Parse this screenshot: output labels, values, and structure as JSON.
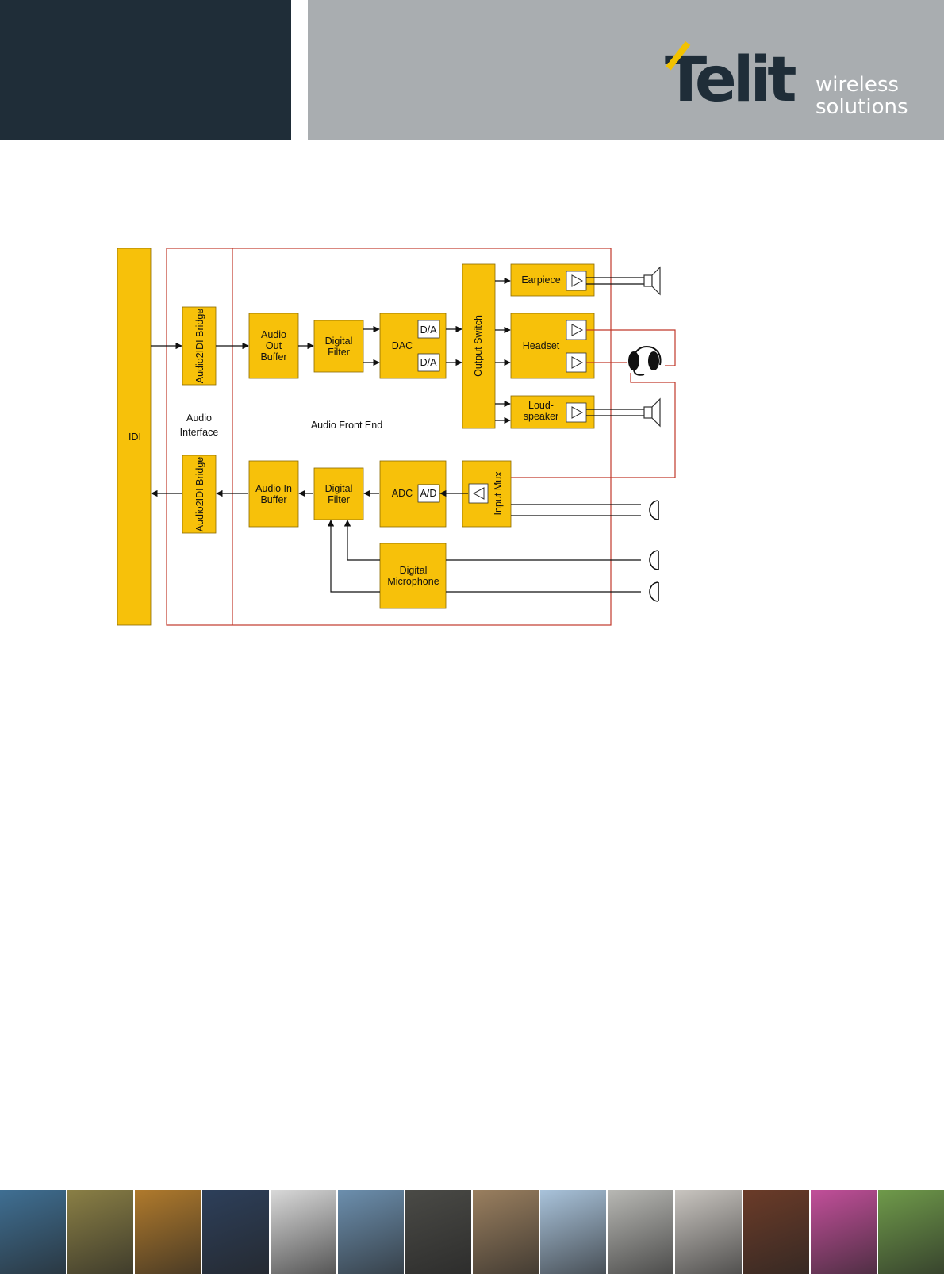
{
  "header": {
    "logo_main": "Telit",
    "logo_sub_line1": "wireless",
    "logo_sub_line2": "solutions",
    "colors": {
      "dark": "#1f2d38",
      "gray": "#a9adb0",
      "accent": "#f2c200"
    }
  },
  "diagram": {
    "idi": "IDI",
    "audio_interface_line1": "Audio",
    "audio_interface_line2": "Interface",
    "audio_front_end": "Audio Front End",
    "bridge_top": "Audio2IDI Bridge",
    "bridge_bottom": "Audio2IDI Bridge",
    "out_buffer_line1": "Audio",
    "out_buffer_line2": "Out",
    "out_buffer_line3": "Buffer",
    "filter_top_line1": "Digital",
    "filter_top_line2": "Filter",
    "dac": "DAC",
    "da_top": "D/A",
    "da_bottom": "D/A",
    "output_switch": "Output Switch",
    "earpiece": "Earpiece",
    "headset": "Headset",
    "loudspeaker_line1": "Loud-",
    "loudspeaker_line2": "speaker",
    "in_buffer_line1": "Audio In",
    "in_buffer_line2": "Buffer",
    "filter_bottom_line1": "Digital",
    "filter_bottom_line2": "Filter",
    "adc": "ADC",
    "ad": "A/D",
    "input_mux": "Input Mux",
    "digital_mic_line1": "Digital",
    "digital_mic_line2": "Microphone",
    "colors": {
      "block": "#f7c10a",
      "block_border": "#8a6a00",
      "frame": "#c0392b"
    }
  },
  "footer": {
    "tile_colors": [
      "#3f6f93",
      "#8a7f45",
      "#b07a2c",
      "#2d3f5a",
      "#d9d9d9",
      "#6c8fae",
      "#4a4a46",
      "#9a7f5f",
      "#a9c3db",
      "#b8b8b4",
      "#c9c5c0",
      "#6b3b28",
      "#c24f9a",
      "#6f9a4a"
    ]
  }
}
